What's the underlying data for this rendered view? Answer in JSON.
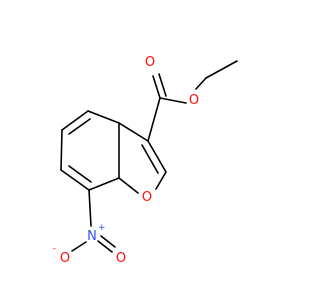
{
  "molecule": {
    "colors": {
      "bond": "#000000",
      "oxygen": "#ff0d0d",
      "nitrogen": "#3050f8"
    },
    "atoms": {
      "carbonyl_oxygen": {
        "symbol": "O",
        "color": "oxygen"
      },
      "ester_oxygen": {
        "symbol": "O",
        "color": "oxygen"
      },
      "furan_oxygen": {
        "symbol": "O",
        "color": "oxygen"
      },
      "nitro_nitrogen": {
        "symbol": "N",
        "charge": "+",
        "color": "nitrogen"
      },
      "nitro_oxygen_single": {
        "symbol": "O",
        "charge": "-",
        "color": "oxygen"
      },
      "nitro_oxygen_double": {
        "symbol": "O",
        "color": "oxygen"
      }
    }
  }
}
